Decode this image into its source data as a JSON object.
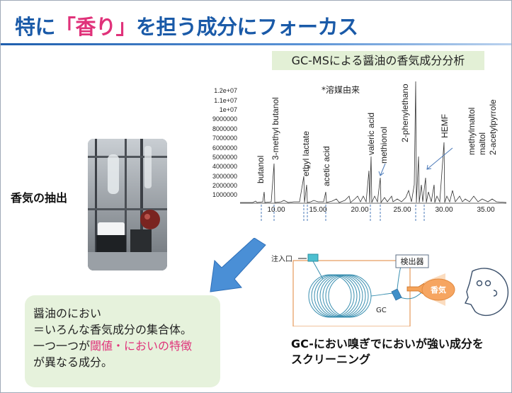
{
  "title": {
    "part1": "特に",
    "highlight": "「香り」",
    "part2": "を担う成分にフォーカス"
  },
  "gcms_label": "GC-MSによる醤油の香気成分分析",
  "chromatogram": {
    "solvent_note": "*溶媒由来",
    "y_ticks": [
      "1.2e+07",
      "1.1e+07",
      "1e+07",
      "9000000",
      "8000000",
      "7000000",
      "6000000",
      "5000000",
      "4000000",
      "3000000",
      "2000000",
      "1000000"
    ],
    "x_ticks": [
      "10.00",
      "15.00",
      "20.00",
      "25.00",
      "30.00",
      "35.00"
    ],
    "peaks": [
      "butanol",
      "3-methyl butanol",
      "ethyl lactate",
      "acetic acid",
      "valeric acid",
      "methionol",
      "2-phenylethano",
      "HEMF",
      "methylmaltol",
      "maltol",
      "2-acetylpyrrole"
    ],
    "asterisk": "*"
  },
  "extraction_label": "香気の抽出",
  "note": {
    "line1": "醤油のにおい",
    "line2": "＝いろんな香気成分の集合体。",
    "line3a": "一つ一つが",
    "line3b": "閾値・においの特徴",
    "line4": "が異なる成分。"
  },
  "diagram": {
    "inlet": "注入口",
    "detector": "検出器",
    "gc": "GC",
    "aroma": "香気"
  },
  "screening": {
    "line1": "GC-におい嗅ぎでにおいが強い成分を",
    "line2": "スクリーニング"
  },
  "colors": {
    "title": "#1a5aa8",
    "highlight": "#e0327a",
    "note_bg": "#e6f2dc",
    "arrow": "#4a8fd6"
  }
}
